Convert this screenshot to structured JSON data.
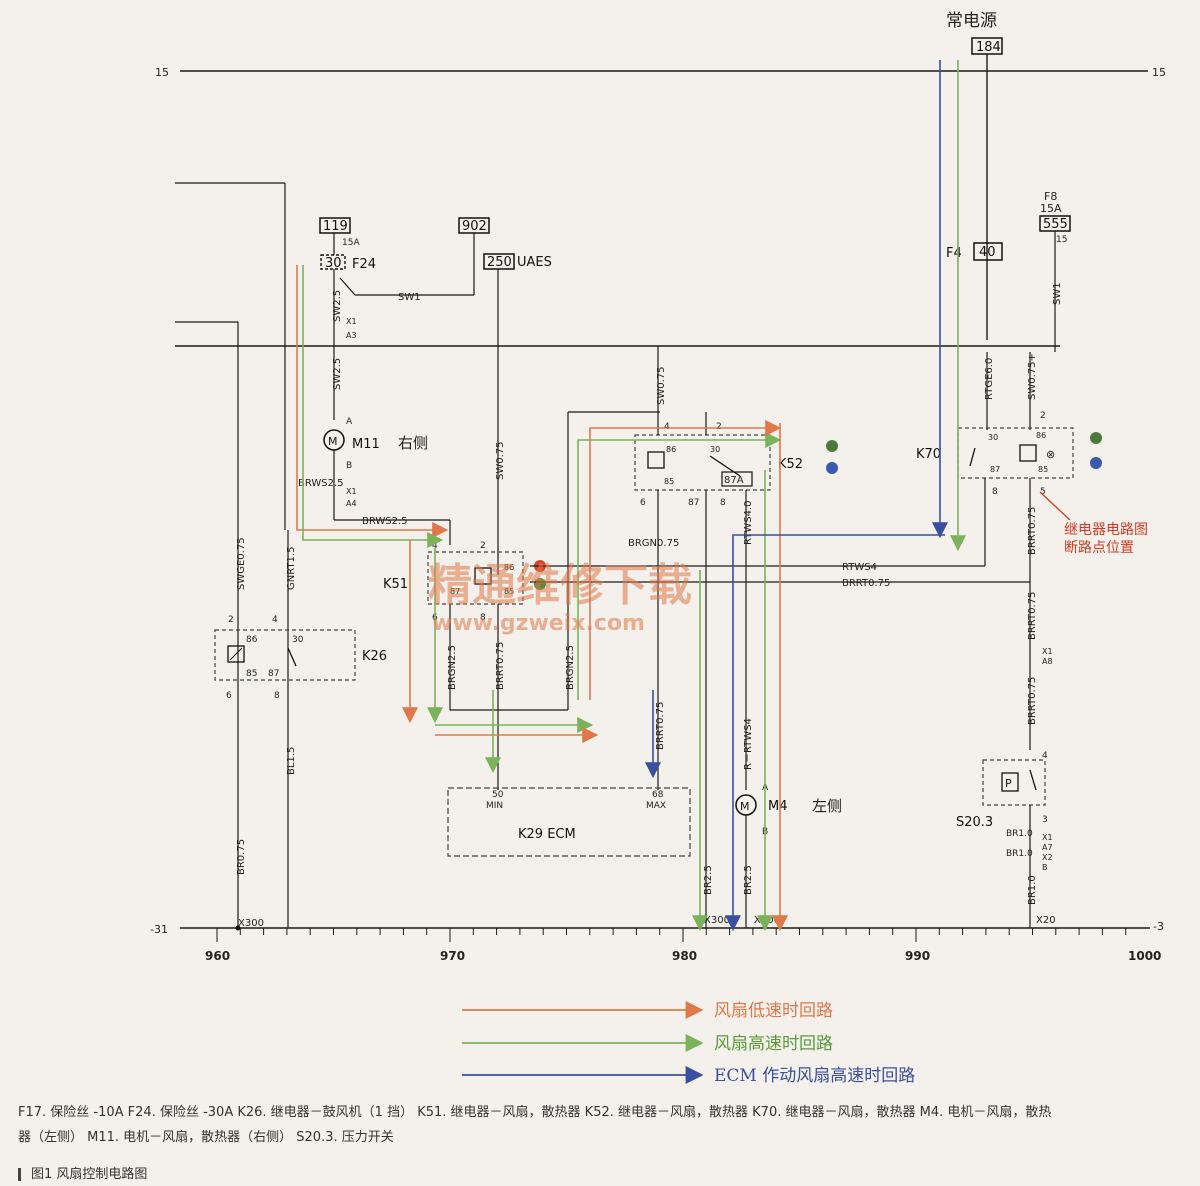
{
  "top_title": "常电源",
  "rails": {
    "top_left": "15",
    "top_right": "15",
    "bottom_left": "-31",
    "bottom_right": "-3"
  },
  "scale_ticks": [
    "960",
    "970",
    "980",
    "990",
    "1000"
  ],
  "boxes": {
    "b184": "184",
    "b119": "119",
    "b902": "902",
    "b250": "250",
    "uaes": "UAES",
    "b30": "30",
    "b40": "40",
    "b555": "555"
  },
  "fuses": {
    "f24": "F24",
    "f24_rating": "15A",
    "f4": "F4",
    "f8": "F8",
    "f8_rating": "15A",
    "f8_pin": "15"
  },
  "components": {
    "m11": "M11",
    "m11_side": "右侧",
    "m4": "M4",
    "m4_side": "左侧",
    "k26": "K26",
    "k51": "K51",
    "k52": "K52",
    "k70": "K70",
    "k29": "K29   ECM",
    "min_pin": "50",
    "min": "MIN",
    "max_pin": "68",
    "max": "MAX",
    "s20": "S20.3",
    "p": "P"
  },
  "wires": {
    "sw2_5a": "SW2.5",
    "sw1": "SW1",
    "sw2_5b": "SW2.5",
    "sw0_75": "SW0.75",
    "sw0_75b": "SW0.75",
    "brws2_5a": "BRWS2.5",
    "brws2_5b": "BRWS2.5",
    "swge0_75": "SWGE0.75",
    "gnrt1_5": "GNRT1.5",
    "br0_75": "BR0.75",
    "bl1_5": "BL1.5",
    "brgn2_5a": "BRGN2.5",
    "brrt0_75a": "BRRT0.75",
    "brgn2_5b": "BRGN2.5",
    "brgn0_75": "BRGN0.75",
    "brrt0_75b": "BRRT0.75",
    "rtws4_0": "RTWS4.0",
    "rtws4": "RTWS4",
    "brrt0_75c": "BRRT0.75",
    "r_rtws4": "R－RTWS4",
    "br2_5a": "BR2.5",
    "br2_5b": "BR2.5",
    "rtge6": "RTGE6.0",
    "sw0_75c": "SW0.75+",
    "sw_k": "SW1",
    "brrt0_75d": "BRRT0.75",
    "brrt0_75e": "BRRT0.75",
    "brrt0_75f": "BRRT0.75",
    "br1_0a": "BR1.0",
    "br1_0b": "BR1.0",
    "br1_0c": "BR1.0"
  },
  "connectors": {
    "x1a3": "X1",
    "a3": "A3",
    "x1a4": "X1",
    "a4": "A4",
    "x1a8": "X1",
    "a8": "A8",
    "x1a7": "X1",
    "a7": "A7",
    "x2b": "X2",
    "b": "B",
    "x300a": "X300",
    "x300b": "X300",
    "x300c": "X300",
    "x20": "X20"
  },
  "pins": {
    "m11_a": "A",
    "m11_b": "B",
    "m4_a": "A",
    "m4_b": "B",
    "k26_2": "2",
    "k26_4": "4",
    "k26_86": "86",
    "k26_30": "30",
    "k26_85": "85",
    "k26_87": "87",
    "k26_6": "6",
    "k26_8": "8",
    "k51_4": "4",
    "k51_2": "2",
    "k51_86": "86",
    "k51_85": "85",
    "k51_87": "87",
    "k51_6": "6",
    "k51_8": "8",
    "k52_4": "4",
    "k52_2": "2",
    "k52_86": "86",
    "k52_30": "30",
    "k52_85": "85",
    "k52_87a": "87A",
    "k52_6": "6",
    "k52_87": "87",
    "k52_8": "8",
    "k70_2": "2",
    "k70_30": "30",
    "k70_86": "86",
    "k70_87": "87",
    "k70_85": "85",
    "k70_8": "8",
    "k70_5": "5",
    "s20_4": "4",
    "s20_3": "3"
  },
  "annotation": {
    "line1": "继电器电路图",
    "line2": "断路点位置"
  },
  "watermark": {
    "cn": "精通维修下载",
    "url": "www.gzweix.com"
  },
  "legend": [
    {
      "text": "风扇低速时回路",
      "color": "#e0784a"
    },
    {
      "text": "风扇高速时回路",
      "color": "#7ab35a"
    },
    {
      "text": "ECM 作动风扇高速时回路",
      "color": "#3a4fa0"
    }
  ],
  "caption": {
    "line1": "F17. 保险丝 -10A    F24. 保险丝 -30A    K26. 继电器－鼓风机（1 挡）   K51. 继电器－风扇，散热器    K52. 继电器－风扇，散热器    K70. 继电器－风扇，散热器    M4. 电机－风扇，散热",
    "line2": "器（左侧）   M11. 电机－风扇，散热器（右侧）   S20.3. 压力开关"
  },
  "figure_title": "图1   风扇控制电路图",
  "colors": {
    "orange": "#e0784a",
    "green": "#7ab35a",
    "blue": "#3a4fa0",
    "ink": "#1a1a1a",
    "red_note": "#d83a20"
  }
}
